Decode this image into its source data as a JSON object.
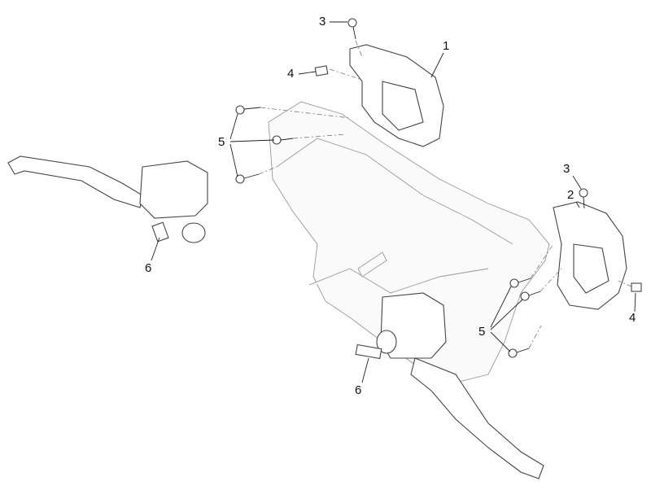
{
  "diagram": {
    "callouts": [
      {
        "id": "callout-3-top",
        "text": "3"
      },
      {
        "id": "callout-1",
        "text": "1"
      },
      {
        "id": "callout-4-top",
        "text": "4"
      },
      {
        "id": "callout-5-left",
        "text": "5"
      },
      {
        "id": "callout-6-left",
        "text": "6"
      },
      {
        "id": "callout-3-right",
        "text": "3"
      },
      {
        "id": "callout-2",
        "text": "2"
      },
      {
        "id": "callout-4-right",
        "text": "4"
      },
      {
        "id": "callout-5-right",
        "text": "5"
      },
      {
        "id": "callout-6-bottom",
        "text": "6"
      }
    ]
  }
}
